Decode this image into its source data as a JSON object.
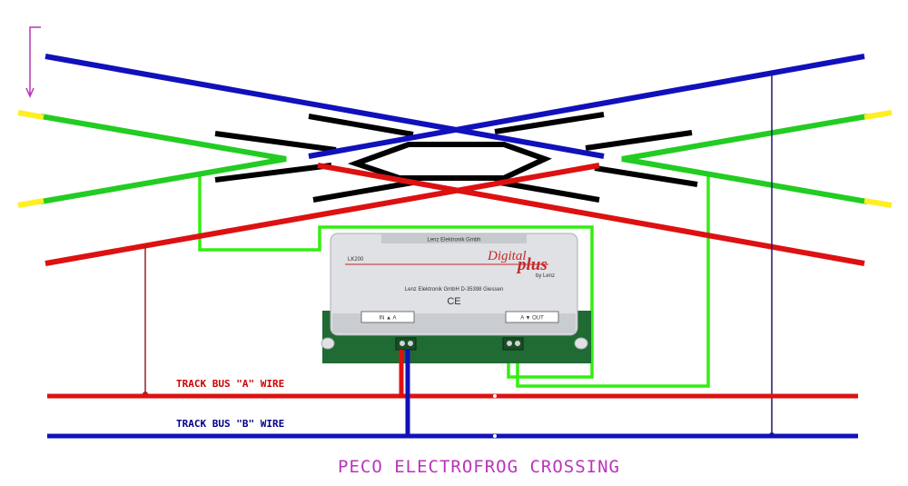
{
  "labels": {
    "bus_a": "TRACK BUS \"A\" WIRE",
    "bus_b": "TRACK BUS \"B\" WIRE",
    "title": "PECO ELECTROFROG CROSSING"
  },
  "module": {
    "model": "LK200",
    "topbar": "Lenz Elektronik Gmbh",
    "brand": "Digital",
    "brand_plus": "plus",
    "brand_by": "by Lenz",
    "maker": "Lenz Elektronik GmbH  D-35398 Giessen",
    "mark": "CE",
    "port_left": "IN ▲ A",
    "port_right": "A ▼ OUT"
  },
  "colors": {
    "rail_blue": "#1111bb",
    "rail_red": "#dd1111",
    "wire_green": "#33ee11",
    "rail_green": "#22cc22",
    "insulator": "#ffee22",
    "black_rail": "#000000",
    "title_purple": "#bb33bb",
    "bus_label_red": "#cc0000",
    "bus_label_blue": "#000088",
    "module_body": "#dfe1e5",
    "module_pcb": "#1f6b33"
  }
}
